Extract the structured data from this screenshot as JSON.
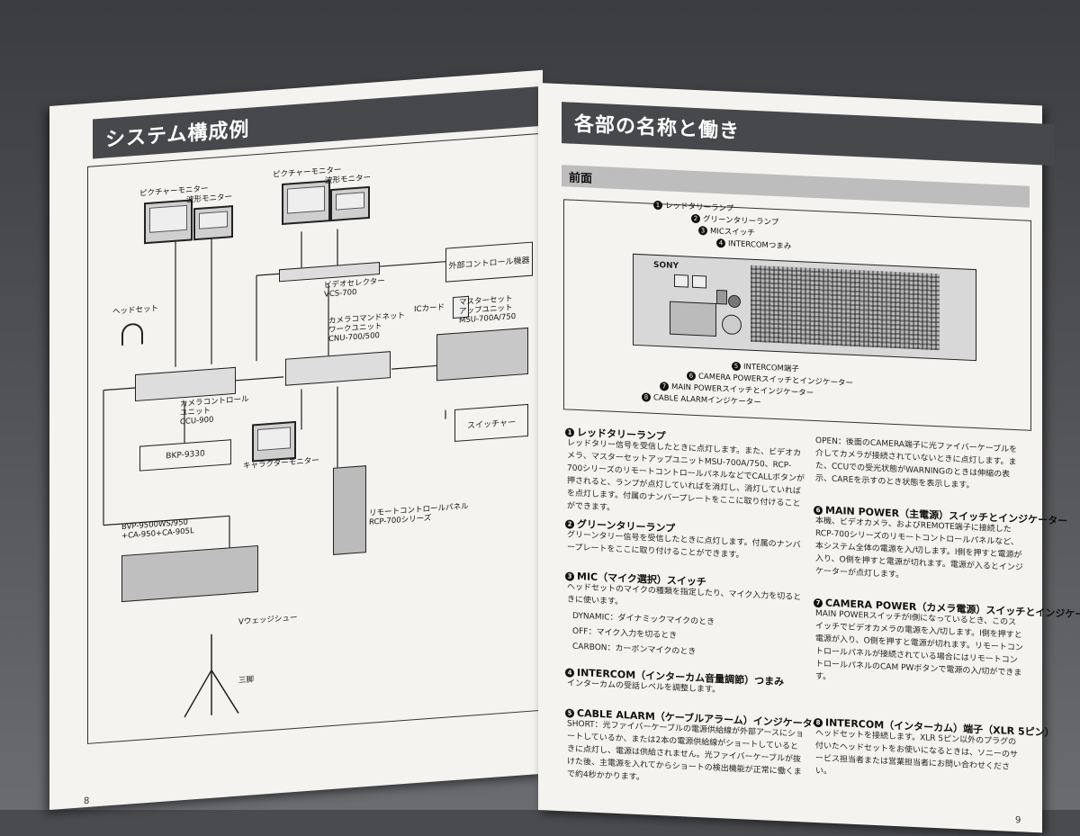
{
  "left_page": {
    "title": "システム構成例",
    "page_number": "8",
    "labels": {
      "picture_monitor_1": "ピクチャーモニター",
      "waveform_1": "波形モニター",
      "picture_monitor_2": "ピクチャーモニター",
      "waveform_2": "波形モニター",
      "headset": "ヘッドセット",
      "external_control": "外部コントロール機器",
      "video_selector": "ビデオセレクター\nVCS-700",
      "ic_card": "ICカード",
      "msu": "マスターセット\nアップユニット\nMSU-700A/750",
      "cnu": "カメラコマンドネット\nワークユニット\nCNU-700/500",
      "ccu": "カメラコントロール\nユニット\nCCU-900",
      "switcher": "スイッチャー",
      "bkp": "BKP-9330",
      "character_monitor": "キャラクターモニター",
      "rcp": "リモートコントロールパネル\nRCP-700シリーズ",
      "camera": "BVP-9500WS/950\n+CA-950+CA-905L",
      "wedge": "Vウェッジシュー",
      "tripod": "三脚"
    }
  },
  "right_page": {
    "title": "各部の名称と働き",
    "page_number": "9",
    "section": "前面",
    "diagram": {
      "brand": "SONY",
      "callouts": [
        {
          "n": "1",
          "text": "レッドタリーランプ"
        },
        {
          "n": "2",
          "text": "グリーンタリーランプ"
        },
        {
          "n": "3",
          "text": "MICスイッチ"
        },
        {
          "n": "4",
          "text": "INTERCOMつまみ"
        },
        {
          "n": "5",
          "text": "INTERCOM端子"
        },
        {
          "n": "6",
          "text": "CAMERA POWERスイッチとインジケーター"
        },
        {
          "n": "7",
          "text": "MAIN POWERスイッチとインジケーター"
        },
        {
          "n": "8",
          "text": "CABLE ALARMインジケーター"
        }
      ]
    },
    "col1": [
      {
        "n": "1",
        "head": "レッドタリーランプ",
        "body": "レッドタリー信号を受信したときに点灯します。また、ビデオカメラ、マスターセットアップユニットMSU-700A/750、RCP-700シリーズのリモートコントロールパネルなどでCALLボタンが押されると、ランプが点灯していればを消灯し、消灯していればを点灯します。付属のナンバープレートをここに取り付けることができます。"
      },
      {
        "n": "2",
        "head": "グリーンタリーランプ",
        "body": "グリーンタリー信号を受信したときに点灯します。付属のナンバープレートをここに取り付けることができます。"
      },
      {
        "n": "3",
        "head": "MIC（マイク選択）スイッチ",
        "body": "ヘッドセットのマイクの種類を指定したり、マイク入力を切るときに使います。",
        "items": [
          "DYNAMIC：ダイナミックマイクのとき",
          "OFF：マイク入力を切るとき",
          "CARBON：カーボンマイクのとき"
        ]
      },
      {
        "n": "4",
        "head": "INTERCOM（インターカム音量調節）つまみ",
        "body": "インターカムの受話レベルを調整します。"
      },
      {
        "n": "5",
        "head": "CABLE ALARM（ケーブルアラーム）インジケーター",
        "body": "SHORT：光ファイバーケーブルの電源供給線が外部アースにショートしているか、または2本の電源供給線がショートしているときに点灯し、電源は供給されません。光ファイバーケーブルが抜けた後、主電源を入れてからショートの検出機能が正常に働くまで約4秒かかります。"
      }
    ],
    "col2": [
      {
        "n": "",
        "head": "",
        "body": "OPEN：後面のCAMERA端子に光ファイバーケーブルを介してカメラが接続されていないときに点灯します。また、CCUでの受光状態がWARNINGのときは伸縮の表示、CAREを示すのとき状態を表示します。"
      },
      {
        "n": "6",
        "head": "MAIN POWER（主電源）スイッチとインジケーター",
        "body": "本機、ビデオカメラ、およびREMOTE端子に接続したRCP-700シリーズのリモートコントロールパネルなど、本システム全体の電源を入/切します。I側を押すと電源が入り、O側を押すと電源が切れます。電源が入るとインジケーターが点灯します。"
      },
      {
        "n": "7",
        "head": "CAMERA POWER（カメラ電源）スイッチとインジケーター",
        "body": "MAIN POWERスイッチがI側になっているとき、このスイッチでビデオカメラの電源を入/切します。I側を押すと電源が入り、O側を押すと電源が切れます。リモートコントロールパネルが接続されている場合にはリモートコントロールパネルのCAM PWボタンで電源の入/切ができます。"
      },
      {
        "n": "8",
        "head": "INTERCOM（インターカム）端子（XLR 5ピン）",
        "body": "ヘッドセットを接続します。XLR 5ピン以外のプラグの付いたヘッドセットをお使いになるときは、ソニーのサービス担当者または営業担当者にお問い合わせください。"
      }
    ]
  }
}
